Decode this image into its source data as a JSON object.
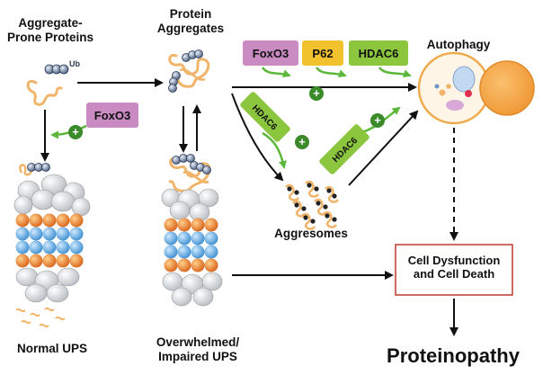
{
  "labels": {
    "aggregate_prone": "Aggregate-Prone Proteins",
    "protein_aggregates": "Protein Aggregates",
    "autophagy": "Autophagy",
    "aggresomes": "Aggresomes",
    "normal_ups": "Normal UPS",
    "impaired_ups": "Overwhelmed/ Impaired UPS",
    "cell_dysfunction": "Cell Dysfunction and Cell Death",
    "proteinopathy": "Proteinopathy"
  },
  "ub_tag": "Ub",
  "factors": {
    "foxo3_side": "FoxO3",
    "foxo3_top": "FoxO3",
    "p62": "P62",
    "hdac6_top": "HDAC6",
    "hdac6_diag_left": "HDAC6",
    "hdac6_diag_right": "HDAC6"
  },
  "plus_sign": "+",
  "colors": {
    "foxo3": "#c98bc1",
    "p62": "#f2c12e",
    "hdac6": "#8cc63f",
    "green_arrow": "#5cb83a",
    "plus_circle": "#3a8a2a",
    "proteasome_orange": "#e0731e",
    "proteasome_blue": "#5aa7de",
    "proteasome_grey": "#d4d8dc",
    "protein_chain": "#f0b46a",
    "dysfunction_border": "#c0392b"
  }
}
